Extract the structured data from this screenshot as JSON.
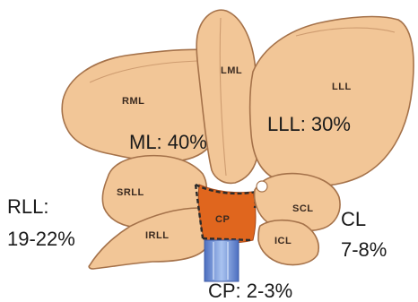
{
  "lobes": {
    "rml": "RML",
    "lml": "LML",
    "lll": "LLL",
    "srll": "SRLL",
    "irll": "IRLL",
    "cp": "CP",
    "scl": "SCL",
    "icl": "ICL"
  },
  "percentages": {
    "ml": "ML: 40%",
    "lll": "LLL: 30%",
    "rll_name": "RLL:",
    "rll_value": "19-22%",
    "cl_name": "CL",
    "cl_value": "7-8%",
    "cp": "CP: 2-3%"
  },
  "colors": {
    "lobe_fill": "#f2c697",
    "caudate_process": "#e0661e",
    "vena_cava": "#6f8fd0",
    "text": "#1a1a1a"
  }
}
